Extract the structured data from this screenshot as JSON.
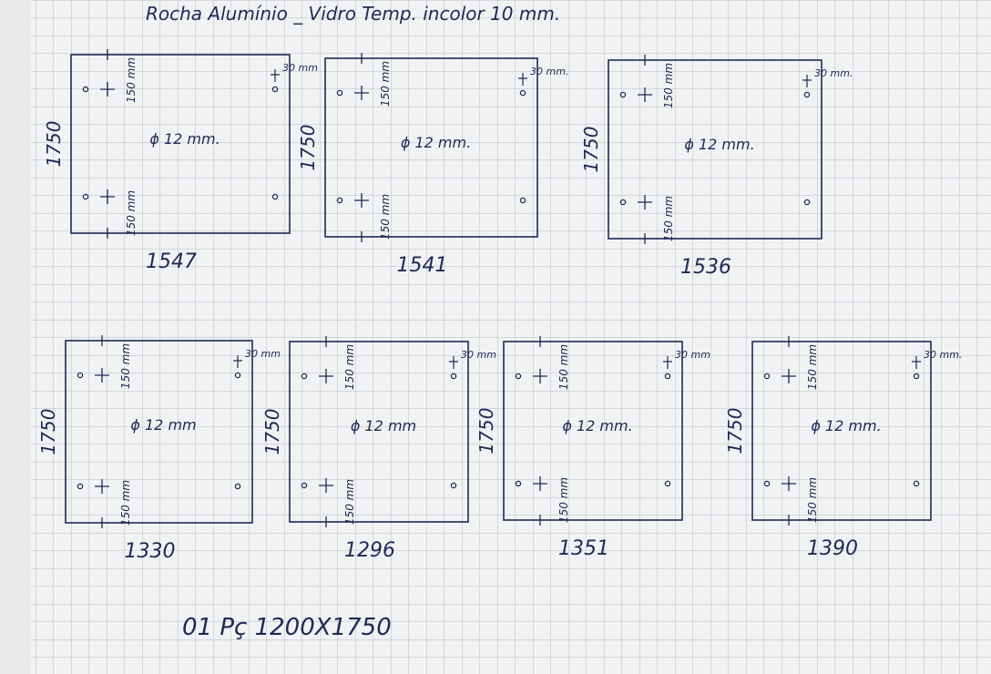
{
  "header": "Rocha Alumínio _ Vidro Temp. incolor 10 mm.",
  "footer": "01 Pç 1200X1750",
  "panels": [
    {
      "width": "1547",
      "height": "1750",
      "hole": "ϕ 12 mm.",
      "edge_top": "150 mm",
      "edge_bottom": "150 mm",
      "edge_side": "30 mm"
    },
    {
      "width": "1541",
      "height": "1750",
      "hole": "ϕ 12 mm.",
      "edge_top": "150 mm",
      "edge_bottom": "150 mm",
      "edge_side": "30 mm."
    },
    {
      "width": "1536",
      "height": "1750",
      "hole": "ϕ 12 mm.",
      "edge_top": "150 mm",
      "edge_bottom": "150 mm",
      "edge_side": "30 mm."
    },
    {
      "width": "1330",
      "height": "1750",
      "hole": "ϕ 12 mm",
      "edge_top": "150 mm",
      "edge_bottom": "150 mm",
      "edge_side": "30 mm"
    },
    {
      "width": "1296",
      "height": "1750",
      "hole": "ϕ 12 mm",
      "edge_top": "150 mm",
      "edge_bottom": "150 mm",
      "edge_side": "30 mm"
    },
    {
      "width": "1351",
      "height": "1750",
      "hole": "ϕ 12 mm.",
      "edge_top": "150 mm",
      "edge_bottom": "150 mm",
      "edge_side": "30 mm"
    },
    {
      "width": "1390",
      "height": "1750",
      "hole": "ϕ 12 mm.",
      "edge_top": "150 mm",
      "edge_bottom": "150 mm",
      "edge_side": "30 mm."
    }
  ]
}
